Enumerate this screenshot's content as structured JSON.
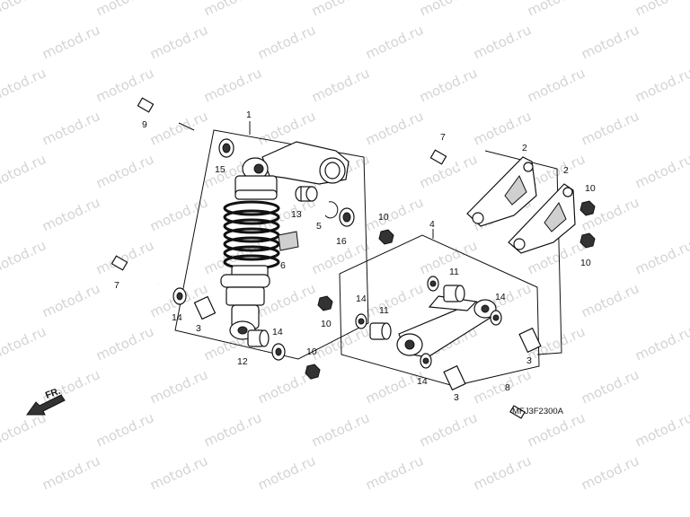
{
  "watermark": {
    "text": "motod.ru"
  },
  "direction_label": "FR.",
  "diagram_code": "MFJ3F2300A",
  "labels": {
    "p1": "1",
    "p2a": "2",
    "p2b": "2",
    "p3a": "3",
    "p3b": "3",
    "p3c": "3",
    "p4": "4",
    "p5": "5",
    "p6": "6",
    "p7a": "7",
    "p7b": "7",
    "p8": "8",
    "p9": "9",
    "p10a": "10",
    "p10b": "10",
    "p10c": "10",
    "p10d": "10",
    "p10e": "10",
    "p11a": "11",
    "p11b": "11",
    "p12": "12",
    "p13": "13",
    "p14a": "14",
    "p14b": "14",
    "p14c": "14",
    "p14d": "14",
    "p14e": "14",
    "p15": "15",
    "p16": "16"
  }
}
